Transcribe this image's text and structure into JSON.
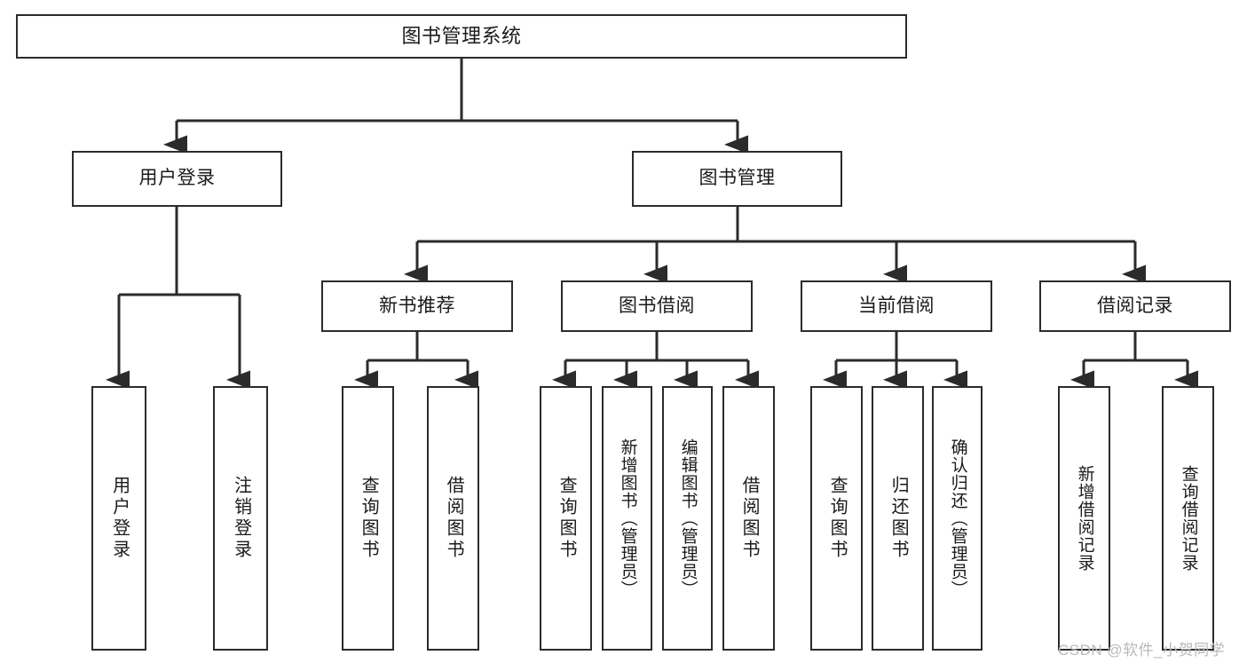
{
  "diagram": {
    "type": "tree-hierarchy",
    "title": "图书管理系统",
    "levels": [
      {
        "level": 1,
        "nodes": [
          {
            "id": "root",
            "label": "图书管理系统",
            "orientation": "horizontal"
          }
        ]
      },
      {
        "level": 2,
        "nodes": [
          {
            "id": "user-login",
            "label": "用户登录",
            "orientation": "horizontal"
          },
          {
            "id": "book-manage",
            "label": "图书管理",
            "orientation": "horizontal"
          }
        ]
      },
      {
        "level": 3,
        "nodes": [
          {
            "id": "new-book-recommend",
            "label": "新书推荐",
            "orientation": "horizontal"
          },
          {
            "id": "book-borrow",
            "label": "图书借阅",
            "orientation": "horizontal"
          },
          {
            "id": "current-borrow",
            "label": "当前借阅",
            "orientation": "horizontal"
          },
          {
            "id": "borrow-record",
            "label": "借阅记录",
            "orientation": "horizontal"
          }
        ]
      },
      {
        "level": 4,
        "nodes": [
          {
            "id": "leaf-user-login",
            "label": "用户登录",
            "orientation": "vertical",
            "parent": "user-login"
          },
          {
            "id": "leaf-logout",
            "label": "注销登录",
            "orientation": "vertical",
            "parent": "user-login"
          },
          {
            "id": "leaf-query-book-1",
            "label": "查询图书",
            "orientation": "vertical",
            "parent": "new-book-recommend"
          },
          {
            "id": "leaf-borrow-book-1",
            "label": "借阅图书",
            "orientation": "vertical",
            "parent": "new-book-recommend"
          },
          {
            "id": "leaf-query-book-2",
            "label": "查询图书",
            "orientation": "vertical",
            "parent": "book-borrow"
          },
          {
            "id": "leaf-add-book",
            "label": "新增图书（管理员）",
            "orientation": "vertical",
            "parent": "book-borrow"
          },
          {
            "id": "leaf-edit-book",
            "label": "编辑图书（管理员）",
            "orientation": "vertical",
            "parent": "book-borrow"
          },
          {
            "id": "leaf-borrow-book-2",
            "label": "借阅图书",
            "orientation": "vertical",
            "parent": "book-borrow"
          },
          {
            "id": "leaf-query-book-3",
            "label": "查询图书",
            "orientation": "vertical",
            "parent": "current-borrow"
          },
          {
            "id": "leaf-return-book",
            "label": "归还图书",
            "orientation": "vertical",
            "parent": "current-borrow"
          },
          {
            "id": "leaf-confirm-return",
            "label": "确认归还（管理员）",
            "orientation": "vertical",
            "parent": "current-borrow"
          },
          {
            "id": "leaf-add-record",
            "label": "新增借阅记录",
            "orientation": "vertical",
            "parent": "borrow-record"
          },
          {
            "id": "leaf-query-record",
            "label": "查询借阅记录",
            "orientation": "vertical",
            "parent": "borrow-record"
          }
        ]
      }
    ],
    "edges": [
      {
        "from": "root",
        "to": "user-login"
      },
      {
        "from": "root",
        "to": "book-manage"
      },
      {
        "from": "user-login",
        "to": "leaf-user-login"
      },
      {
        "from": "user-login",
        "to": "leaf-logout"
      },
      {
        "from": "book-manage",
        "to": "new-book-recommend"
      },
      {
        "from": "book-manage",
        "to": "book-borrow"
      },
      {
        "from": "book-manage",
        "to": "current-borrow"
      },
      {
        "from": "book-manage",
        "to": "borrow-record"
      },
      {
        "from": "new-book-recommend",
        "to": "leaf-query-book-1"
      },
      {
        "from": "new-book-recommend",
        "to": "leaf-borrow-book-1"
      },
      {
        "from": "book-borrow",
        "to": "leaf-query-book-2"
      },
      {
        "from": "book-borrow",
        "to": "leaf-add-book"
      },
      {
        "from": "book-borrow",
        "to": "leaf-edit-book"
      },
      {
        "from": "book-borrow",
        "to": "leaf-borrow-book-2"
      },
      {
        "from": "current-borrow",
        "to": "leaf-query-book-3"
      },
      {
        "from": "current-borrow",
        "to": "leaf-return-book"
      },
      {
        "from": "current-borrow",
        "to": "leaf-confirm-return"
      },
      {
        "from": "borrow-record",
        "to": "leaf-add-record"
      },
      {
        "from": "borrow-record",
        "to": "leaf-query-record"
      }
    ],
    "colors": {
      "stroke": "#2b2b2b",
      "fill": "#ffffff",
      "text": "#1a1a1a",
      "watermark": "#b9b9b9"
    }
  },
  "watermark": {
    "text": "CSDN @软件_小贺同学"
  }
}
